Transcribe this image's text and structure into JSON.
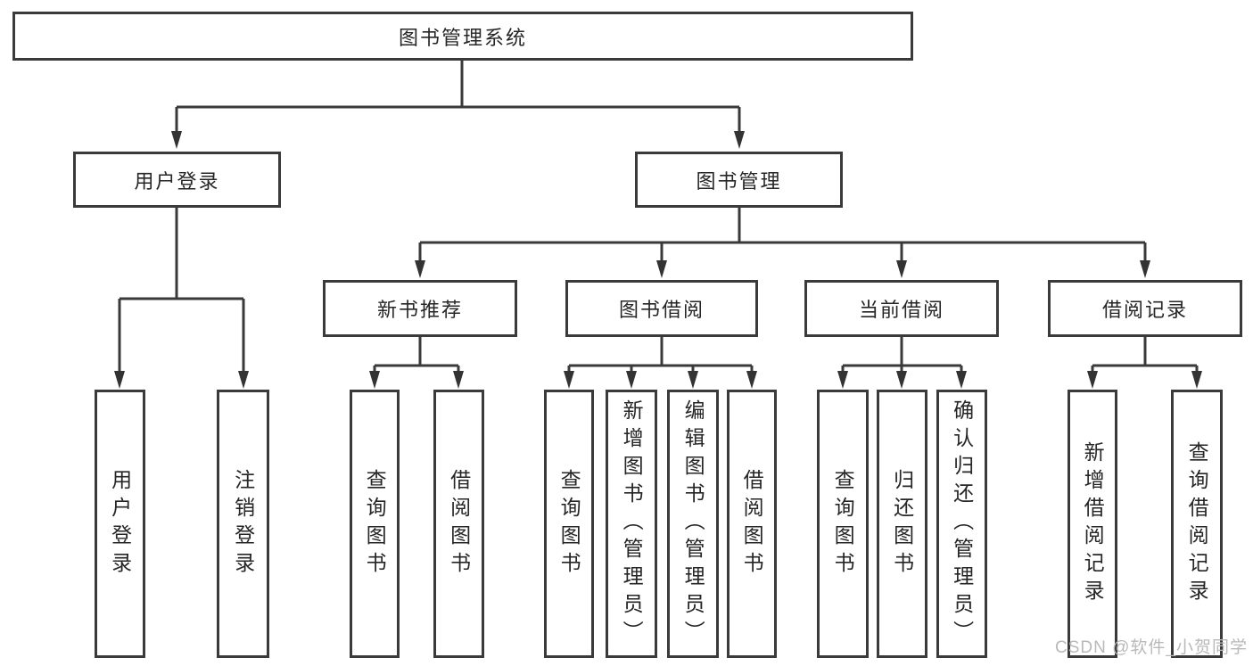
{
  "colors": {
    "line": "#3a3a3a",
    "box_border": "#3a3a3a",
    "text": "#262626",
    "watermark": "#b9b9b9",
    "background": "#ffffff"
  },
  "watermark": {
    "text": "CSDN @软件_小贺同学"
  },
  "tree": {
    "root": {
      "label": "图书管理系统"
    },
    "user_login": {
      "label": "用户登录",
      "children": {
        "login": {
          "label": "用户登录"
        },
        "logout": {
          "label": "注销登录"
        }
      }
    },
    "book_mgmt": {
      "label": "图书管理",
      "children": {
        "new_book_rec": {
          "label": "新书推荐",
          "children": {
            "query_books": {
              "label": "查询图书"
            },
            "borrow_books": {
              "label": "借阅图书"
            }
          }
        },
        "book_borrow": {
          "label": "图书借阅",
          "children": {
            "query_books": {
              "label": "查询图书"
            },
            "add_books": {
              "label": "新增图书（管理员）"
            },
            "edit_books": {
              "label": "编辑图书（管理员）"
            },
            "borrow_books": {
              "label": "借阅图书"
            }
          }
        },
        "current_borrow": {
          "label": "当前借阅",
          "children": {
            "query_books": {
              "label": "查询图书"
            },
            "return_books": {
              "label": "归还图书"
            },
            "confirm_return": {
              "label": "确认归还（管理员）"
            }
          }
        },
        "borrow_records": {
          "label": "借阅记录",
          "children": {
            "add_record": {
              "label": "新增借阅记录"
            },
            "query_record": {
              "label": "查询借阅记录"
            }
          }
        }
      }
    }
  }
}
